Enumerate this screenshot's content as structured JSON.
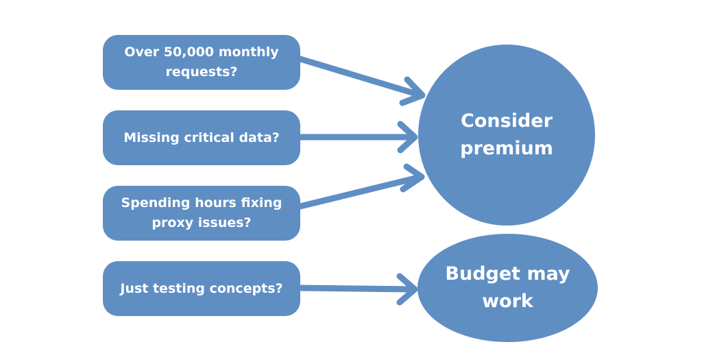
{
  "questions": [
    {
      "line1": "Over 50,000 monthly",
      "line2": "requests?"
    },
    {
      "line1": "Missing critical data?",
      "line2": ""
    },
    {
      "line1": "Spending hours fixing",
      "line2": "proxy issues?"
    },
    {
      "line1": "Just testing concepts?",
      "line2": ""
    }
  ],
  "outcomes": {
    "premium": {
      "line1": "Consider",
      "line2": "premium"
    },
    "budget": {
      "line1": "Budget may",
      "line2": "work"
    }
  },
  "colors": {
    "shape_fill": "#5f8ec3",
    "text": "#ffffff",
    "background": "#ffffff"
  }
}
